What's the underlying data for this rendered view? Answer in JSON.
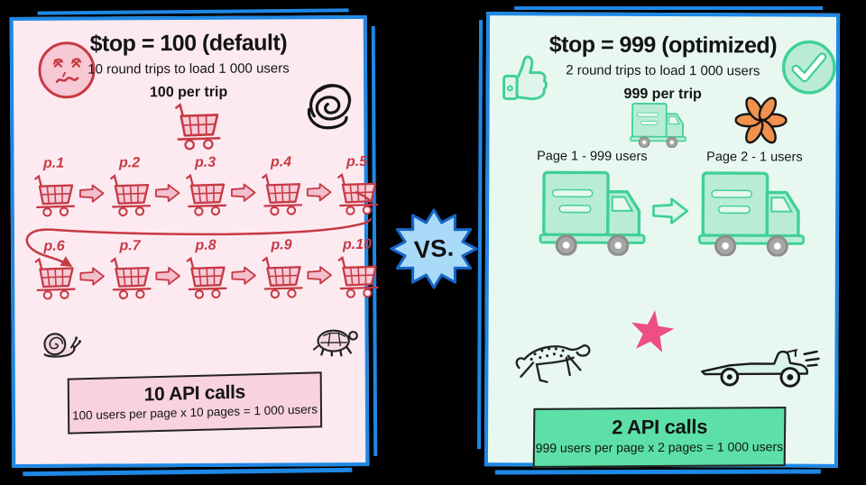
{
  "frame": {
    "bg": "#000000",
    "border_blue": "#1e88e5"
  },
  "vs_badge": {
    "label": "VS.",
    "fill": "#a9daf8",
    "stroke": "#1566c8"
  },
  "left_panel": {
    "title": "$top = 100 (default)",
    "subtitle": "10 round trips to load 1 000 users",
    "per_trip_label": "100 per trip",
    "pages_row1": [
      "p.1",
      "p.2",
      "p.3",
      "p.4",
      "p.5"
    ],
    "pages_row2": [
      "p.6",
      "p.7",
      "p.8",
      "p.9",
      "p.10"
    ],
    "result": {
      "title": "10 API calls",
      "detail": "100 users per page x 10 pages = 1 000 users"
    },
    "icons": {
      "mood": "sad-face-icon",
      "tangle": "scribble-icon",
      "vehicle": "shopping-cart-icon",
      "slow_1": "snail-icon",
      "slow_2": "turtle-icon"
    },
    "colors": {
      "panel_bg": "#fdeaf1",
      "accent": "#c63a44",
      "result_bg": "#f8d2de"
    }
  },
  "right_panel": {
    "title": "$top = 999 (optimized)",
    "subtitle": "2 round trips to load 1 000 users",
    "per_trip_label": "999 per trip",
    "page_labels": [
      "Page 1 - 999 users",
      "Page 2 - 1 users"
    ],
    "result": {
      "title": "2 API calls",
      "detail": "999 users per page x 2 pages = 1 000 users"
    },
    "icons": {
      "mood": "thumbs-up-icon",
      "status": "check-circle-icon",
      "vehicle": "delivery-truck-icon",
      "decor_1": "flower-icon",
      "decor_2": "star-icon",
      "fast_1": "cheetah-icon",
      "fast_2": "race-car-icon"
    },
    "colors": {
      "panel_bg": "#e8f8f1",
      "accent": "#3fd095",
      "result_bg": "#5ce0a8"
    }
  }
}
